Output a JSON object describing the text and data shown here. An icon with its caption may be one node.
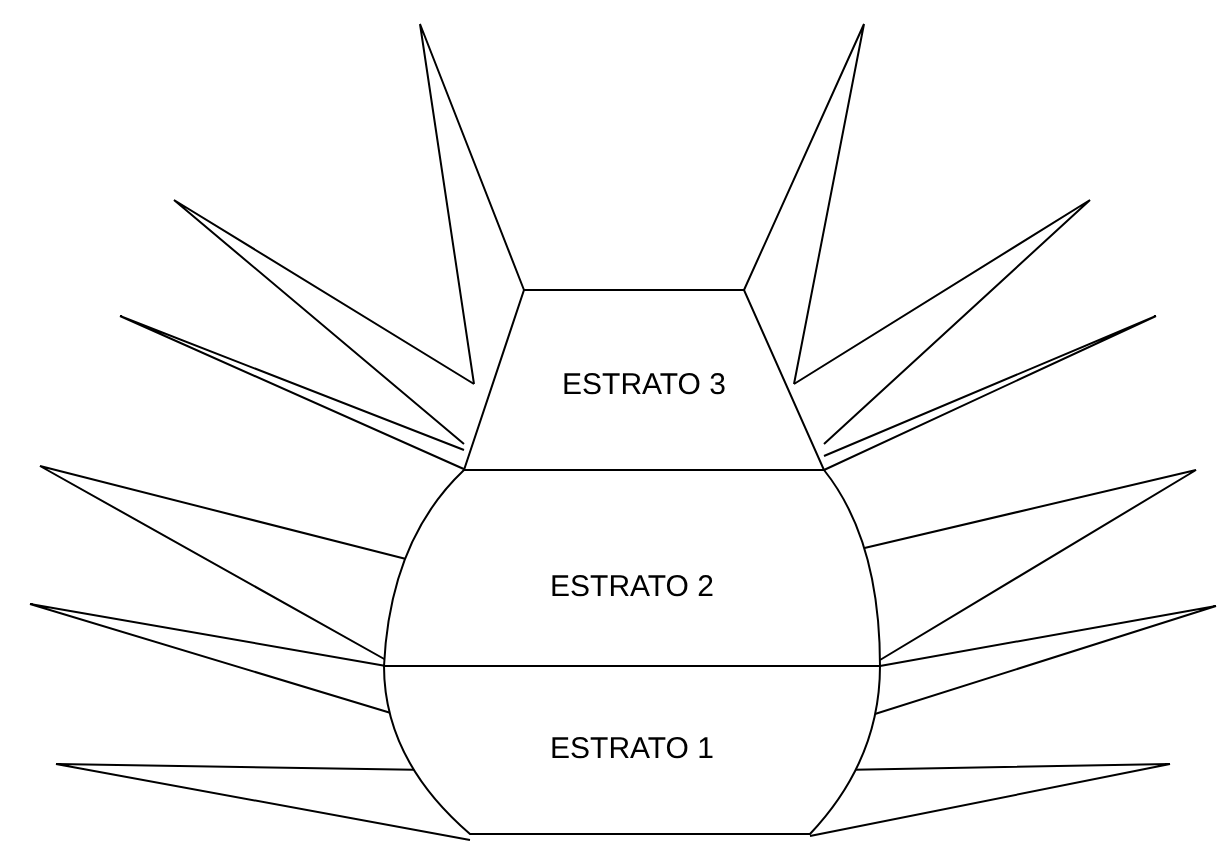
{
  "diagram": {
    "nodes": [
      {
        "text": [
          "ESTRATO 3"
        ]
      },
      {
        "text": [
          "ESTRATO 2"
        ]
      },
      {
        "text": [
          "ESTRATO 1"
        ]
      }
    ]
  }
}
